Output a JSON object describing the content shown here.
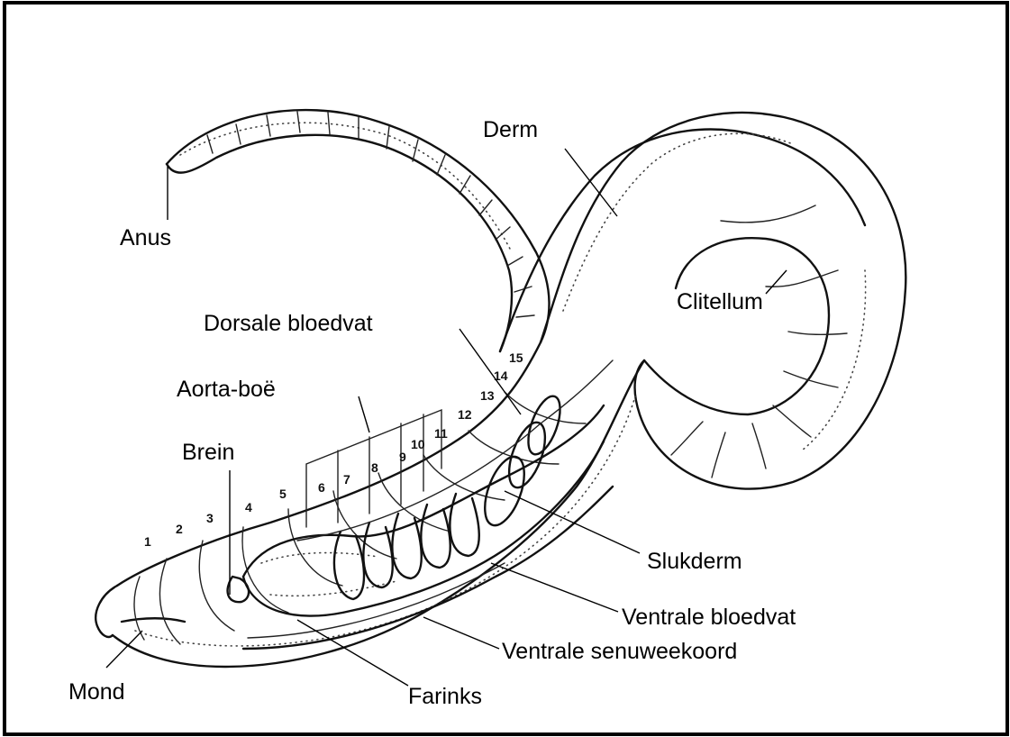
{
  "labels": {
    "derm": "Derm",
    "anus": "Anus",
    "clitellum": "Clitellum",
    "dorsale_bloedvat": "Dorsale bloedvat",
    "aorta_boe": "Aorta-boë",
    "brein": "Brein",
    "slukderm": "Slukderm",
    "ventrale_bloedvat": "Ventrale bloedvat",
    "ventrale_senuweekoord": "Ventrale senuweekoord",
    "mond": "Mond",
    "farinks": "Farinks"
  },
  "segment_numbers": [
    "1",
    "2",
    "3",
    "4",
    "5",
    "6",
    "7",
    "8",
    "9",
    "10",
    "11",
    "12",
    "13",
    "14",
    "15"
  ],
  "colors": {
    "ink": "#111111",
    "background": "#ffffff",
    "border": "#000000"
  }
}
